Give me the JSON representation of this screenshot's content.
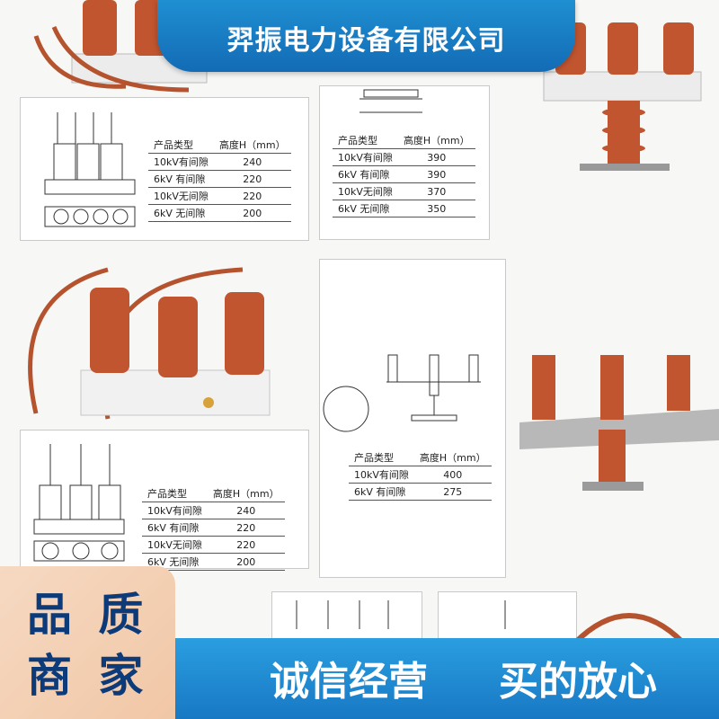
{
  "header": {
    "title": "羿振电力设备有限公司"
  },
  "tables": {
    "top_left": {
      "headers": [
        "产品类型",
        "高度H（mm）"
      ],
      "rows": [
        [
          "10kV有间隙",
          "240"
        ],
        [
          "6kV 有间隙",
          "220"
        ],
        [
          "10kV无间隙",
          "220"
        ],
        [
          "6kV 无间隙",
          "200"
        ]
      ]
    },
    "top_middle": {
      "headers": [
        "产品类型",
        "高度H（mm）"
      ],
      "rows": [
        [
          "10kV有间隙",
          "390"
        ],
        [
          "6kV 有间隙",
          "390"
        ],
        [
          "10kV无间隙",
          "370"
        ],
        [
          "6kV 无间隙",
          "350"
        ]
      ]
    },
    "center": {
      "headers": [
        "产品类型",
        "高度H（mm）"
      ],
      "rows": [
        [
          "10kV有间隙",
          "400"
        ],
        [
          "6kV 有间隙",
          "275"
        ]
      ]
    },
    "lower_left": {
      "headers": [
        "产品类型",
        "高度H（mm）"
      ],
      "rows": [
        [
          "10kV有间隙",
          "240"
        ],
        [
          "6kV 有间隙",
          "220"
        ],
        [
          "10kV无间隙",
          "220"
        ],
        [
          "6kV 无间隙",
          "200"
        ]
      ]
    }
  },
  "badge": {
    "line1": "品 质",
    "line2": "商 家"
  },
  "footer": {
    "slogan_left": "诚信经营",
    "slogan_right": "买的放心"
  },
  "colors": {
    "brand_blue": "#1878c4",
    "insulator_orange": "#c0552f",
    "badge_peach": "#f1c7a6",
    "badge_text": "#0d3a78"
  }
}
